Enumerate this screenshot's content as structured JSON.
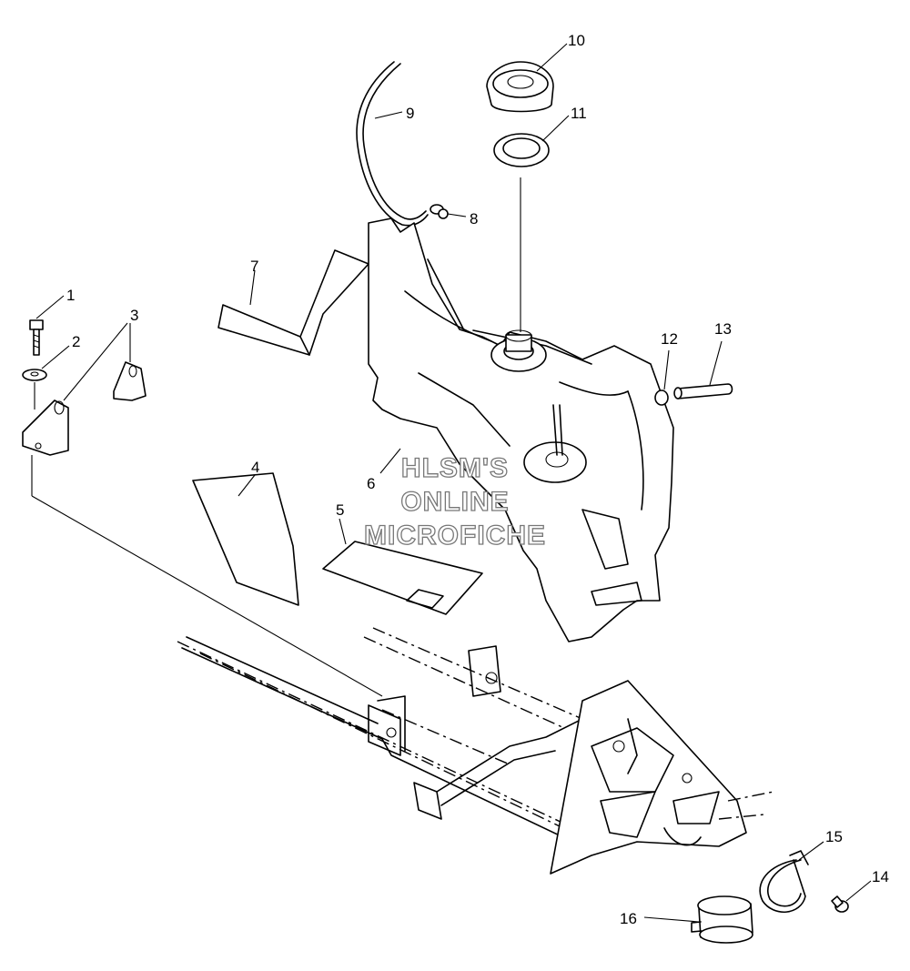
{
  "callouts": {
    "c1": "1",
    "c2": "2",
    "c3": "3",
    "c4": "4",
    "c5": "5",
    "c6": "6",
    "c7": "7",
    "c8": "8",
    "c9": "9",
    "c10": "10",
    "c11": "11",
    "c12": "12",
    "c13": "13",
    "c14": "14",
    "c15": "15",
    "c16": "16"
  },
  "watermark": {
    "line1": "HLSM'S",
    "line2": "ONLINE",
    "line3": "MICROFICHE"
  }
}
